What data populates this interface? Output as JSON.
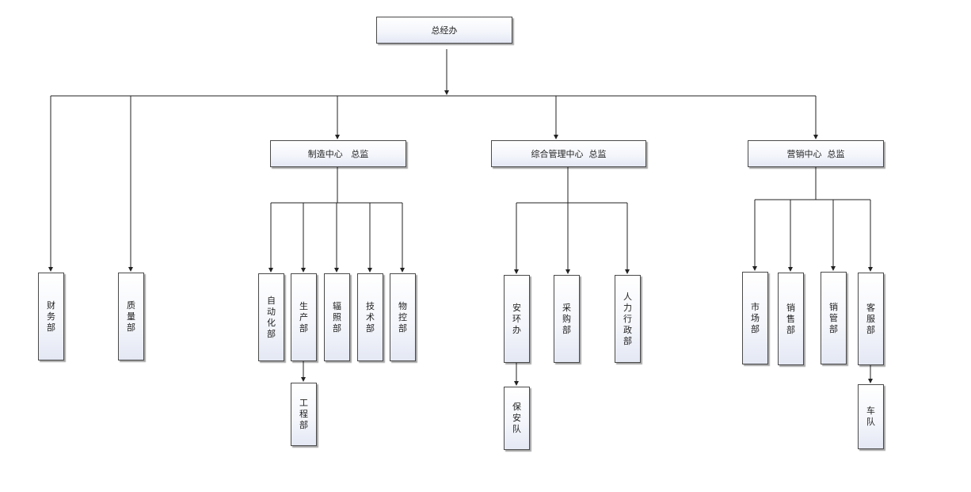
{
  "nodes": {
    "zongjingban": "总经办",
    "zhizao": "制造中心   总监",
    "zonghe": "综合管理中心  总监",
    "yingxiao": "营销中心  总监",
    "caiwu": "财务部",
    "zhiliang": "质量部",
    "zidonghua": "自动化部",
    "shengchan": "生产部",
    "fuzhao": "辐照部",
    "jishu": "技术部",
    "wukong": "物控部",
    "gongcheng": "工程部",
    "anhuan": "安环办",
    "caigou": "采购部",
    "renli": "人力行政部",
    "baoan": "保安队",
    "shichang": "市场部",
    "xiaoshou": "销售部",
    "xiaoguan": "销管部",
    "kefu": "客服部",
    "chedui": "车队"
  }
}
